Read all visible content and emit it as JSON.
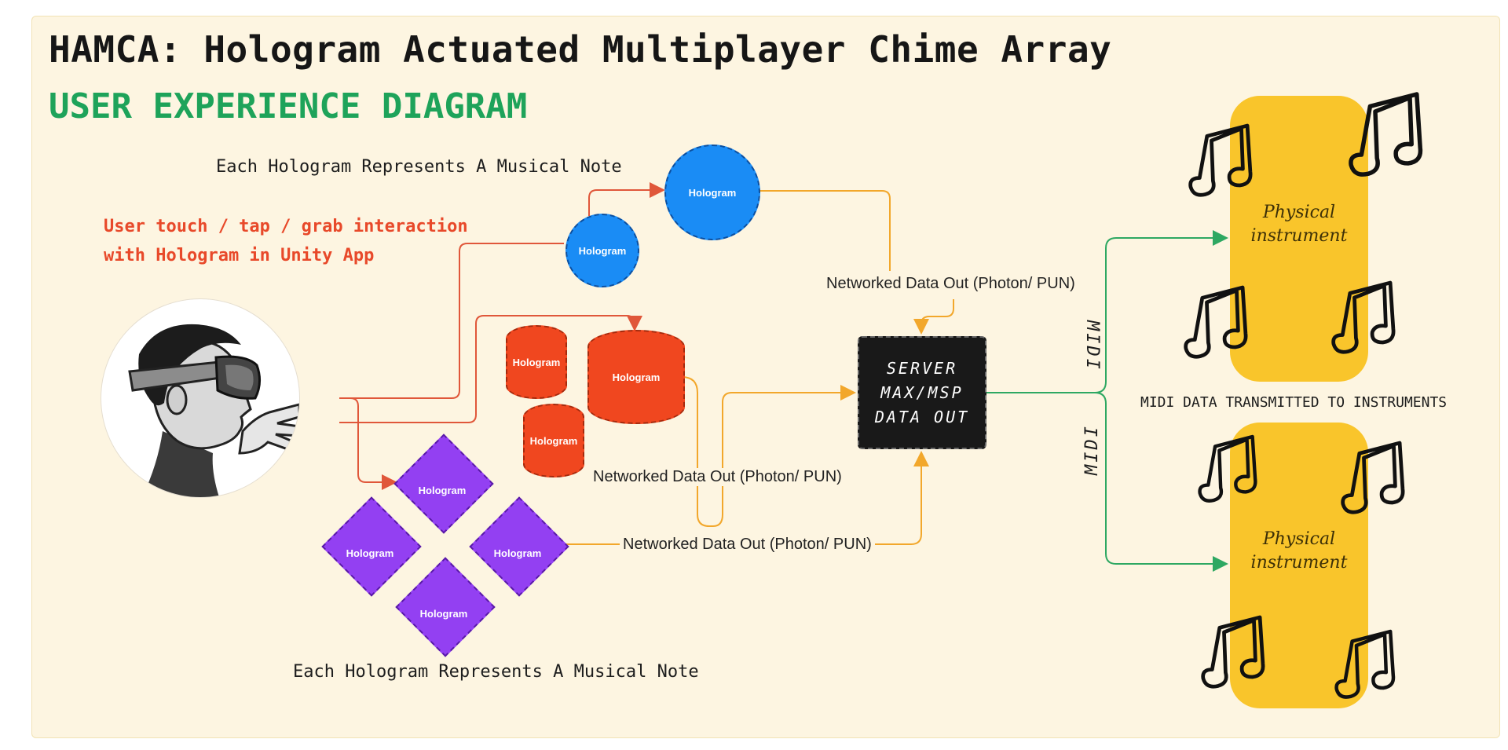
{
  "title": "HAMCA: Hologram Actuated Multiplayer Chime Array",
  "subtitle": "USER EXPERIENCE DIAGRAM",
  "note_label_top": "Each Hologram Represents A Musical Note",
  "note_label_bottom": "Each Hologram Represents A Musical Note",
  "interaction_label": {
    "line1": "User touch / tap / grab interaction",
    "line2": "with Hologram in Unity App"
  },
  "holograms": {
    "circles": [
      "Hologram",
      "Hologram"
    ],
    "cylinders": [
      "Hologram",
      "Hologram",
      "Hologram"
    ],
    "diamonds": [
      "Hologram",
      "Hologram",
      "Hologram",
      "Hologram"
    ]
  },
  "network_labels": [
    "Networked Data Out (Photon/ PUN)",
    "Networked Data Out (Photon/ PUN)",
    "Networked Data Out (Photon/ PUN)"
  ],
  "server": {
    "line1": "SERVER",
    "line2": "MAX/MSP",
    "line3": "DATA OUT"
  },
  "midi_labels": [
    "MIDI",
    "MIDI"
  ],
  "midi_transmit_label": "MIDI DATA TRANSMITTED TO INSTRUMENTS",
  "instruments": [
    {
      "line1": "Physical",
      "line2": "instrument"
    },
    {
      "line1": "Physical",
      "line2": "instrument"
    }
  ],
  "colors": {
    "background": "#fdf5e1",
    "accent_green": "#1ea35a",
    "interaction_red": "#e8492a",
    "hologram_blue": "#1a8cf5",
    "hologram_red": "#f0471f",
    "hologram_purple": "#9340f2",
    "server_black": "#191919",
    "instrument_yellow": "#f9c52b",
    "connector_orange": "#f2a72b",
    "connector_red": "#e0573a",
    "connector_green": "#2ea862"
  },
  "icons": [
    "user-hololens-avatar",
    "music-note-icon"
  ]
}
